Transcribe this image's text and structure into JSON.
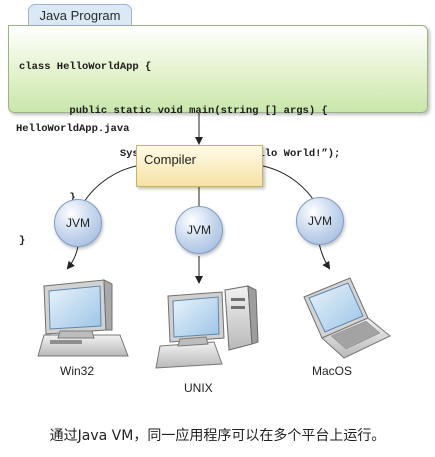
{
  "program": {
    "tab_label": "Java Program",
    "code_lines": [
      "class HelloWorldApp {",
      "        public static void main(string [] args) {",
      "                System.out.println(”Hello World!”);",
      "        }",
      "}"
    ],
    "file_name": "HelloWorldApp.java"
  },
  "compiler": {
    "label": "Compiler"
  },
  "jvms": [
    {
      "label": "JVM"
    },
    {
      "label": "JVM"
    },
    {
      "label": "JVM"
    }
  ],
  "platforms": [
    {
      "label": "Win32"
    },
    {
      "label": "UNIX"
    },
    {
      "label": "MacOS"
    }
  ],
  "caption": "通过Java VM，同一应用程序可以在多个平台上运行。",
  "colors": {
    "code_bg": "#c9e6ab",
    "tab_bg": "#dbe9f7",
    "compiler_bg": "#f6e2a4",
    "jvm_bg": "#98b5dc",
    "arrow": "#222222"
  }
}
